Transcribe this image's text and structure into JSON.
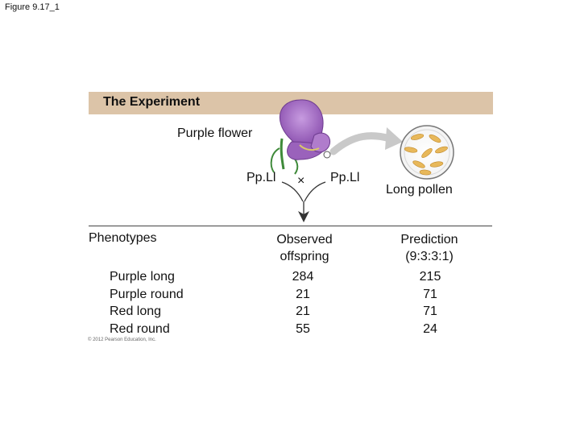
{
  "figure_label": "Figure 9.17_1",
  "experiment_title": "The Experiment",
  "parent": {
    "flower_label": "Purple flower",
    "genotype_left": "Pp.Ll",
    "cross_symbol": "×",
    "genotype_right": "Pp.Ll",
    "pollen_label": "Long pollen"
  },
  "table": {
    "phenotypes_header": "Phenotypes",
    "observed_header_line1": "Observed",
    "observed_header_line2": "offspring",
    "prediction_header_line1": "Prediction",
    "prediction_header_line2": "(9:3:3:1)",
    "rows": [
      {
        "phenotype": "Purple long",
        "observed": "284",
        "prediction": "215"
      },
      {
        "phenotype": "Purple round",
        "observed": "21",
        "prediction": "71"
      },
      {
        "phenotype": "Red long",
        "observed": "21",
        "prediction": "71"
      },
      {
        "phenotype": "Red round",
        "observed": "55",
        "prediction": "24"
      }
    ]
  },
  "copyright": "© 2012 Pearson Education, Inc.",
  "colors": {
    "banner": "#dcc4a8",
    "petal": "#a36cc0",
    "pollen": "#e8b85a",
    "arrow": "#c9c9c9"
  }
}
